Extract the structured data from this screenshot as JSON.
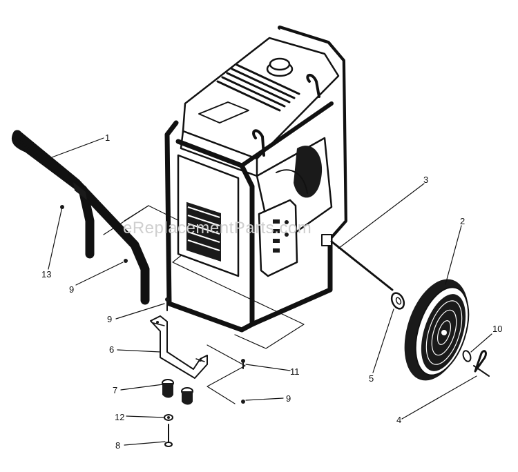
{
  "watermark": "eReplacementParts.com",
  "colors": {
    "ink": "#111111",
    "paper": "#ffffff",
    "watermark": "#cfcfcf"
  },
  "callouts": [
    {
      "id": "c1",
      "number": "1"
    },
    {
      "id": "c2",
      "number": "2"
    },
    {
      "id": "c3",
      "number": "3"
    },
    {
      "id": "c4",
      "number": "4"
    },
    {
      "id": "c5",
      "number": "5"
    },
    {
      "id": "c6",
      "number": "6"
    },
    {
      "id": "c7",
      "number": "7"
    },
    {
      "id": "c8",
      "number": "8"
    },
    {
      "id": "c9a",
      "number": "9"
    },
    {
      "id": "c9b",
      "number": "9"
    },
    {
      "id": "c9c",
      "number": "9"
    },
    {
      "id": "c10",
      "number": "10"
    },
    {
      "id": "c11",
      "number": "11"
    },
    {
      "id": "c12",
      "number": "12"
    },
    {
      "id": "c13",
      "number": "13"
    }
  ]
}
